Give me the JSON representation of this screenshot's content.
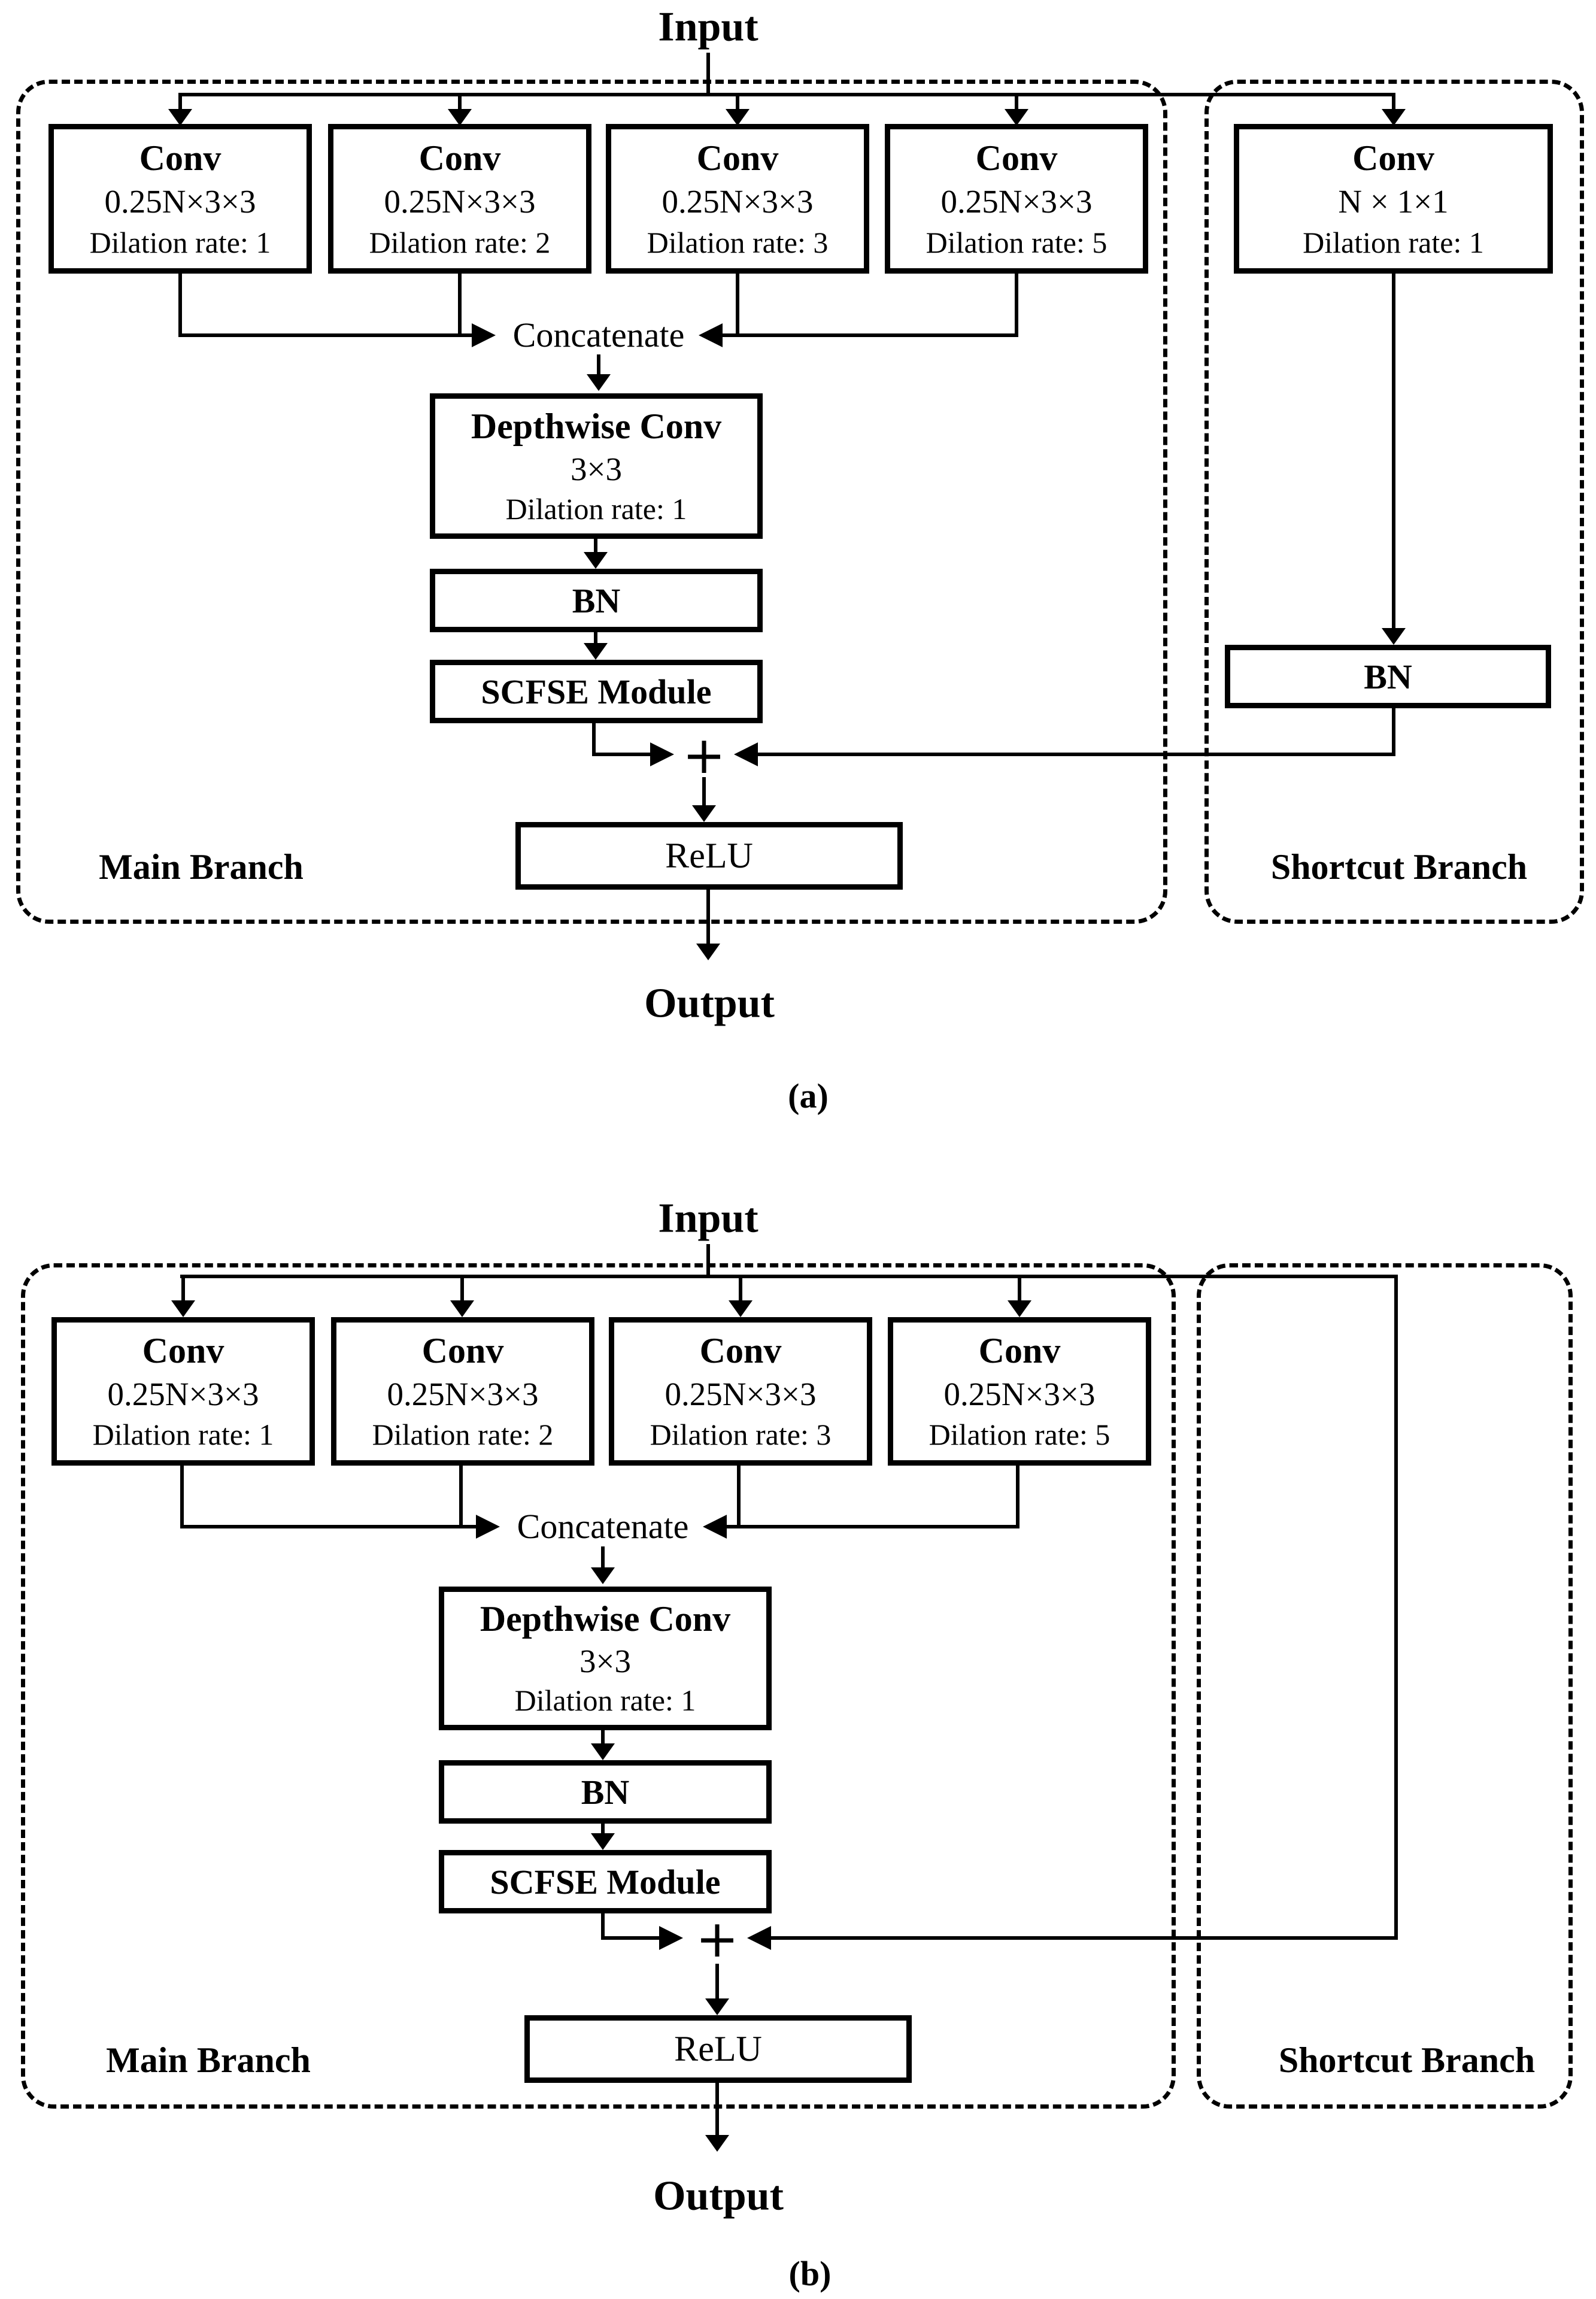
{
  "colors": {
    "ink": "#000000",
    "background": "#ffffff"
  },
  "figure_a": {
    "input_label": "Input",
    "output_label": "Output",
    "caption": "(a)",
    "main_branch_label": "Main Branch",
    "shortcut_branch_label": "Shortcut Branch",
    "concatenate_label": "Concatenate",
    "plus_label": "+",
    "conv_boxes": [
      {
        "title": "Conv",
        "size": "0.25N×3×3",
        "dilation": "Dilation rate: 1"
      },
      {
        "title": "Conv",
        "size": "0.25N×3×3",
        "dilation": "Dilation rate: 2"
      },
      {
        "title": "Conv",
        "size": "0.25N×3×3",
        "dilation": "Dilation rate: 3"
      },
      {
        "title": "Conv",
        "size": "0.25N×3×3",
        "dilation": "Dilation rate: 5"
      }
    ],
    "shortcut_conv": {
      "title": "Conv",
      "size": "N × 1×1",
      "dilation": "Dilation rate: 1"
    },
    "depthwise_conv": {
      "title": "Depthwise Conv",
      "size": "3×3",
      "dilation": "Dilation rate: 1"
    },
    "bn_label": "BN",
    "shortcut_bn_label": "BN",
    "scfse_label": "SCFSE Module",
    "relu_label": "ReLU"
  },
  "figure_b": {
    "input_label": "Input",
    "output_label": "Output",
    "caption": "(b)",
    "main_branch_label": "Main Branch",
    "shortcut_branch_label": "Shortcut Branch",
    "concatenate_label": "Concatenate",
    "plus_label": "+",
    "conv_boxes": [
      {
        "title": "Conv",
        "size": "0.25N×3×3",
        "dilation": "Dilation rate: 1"
      },
      {
        "title": "Conv",
        "size": "0.25N×3×3",
        "dilation": "Dilation rate: 2"
      },
      {
        "title": "Conv",
        "size": "0.25N×3×3",
        "dilation": "Dilation rate: 3"
      },
      {
        "title": "Conv",
        "size": "0.25N×3×3",
        "dilation": "Dilation rate: 5"
      }
    ],
    "depthwise_conv": {
      "title": "Depthwise Conv",
      "size": "3×3",
      "dilation": "Dilation rate: 1"
    },
    "bn_label": "BN",
    "scfse_label": "SCFSE Module",
    "relu_label": "ReLU"
  }
}
